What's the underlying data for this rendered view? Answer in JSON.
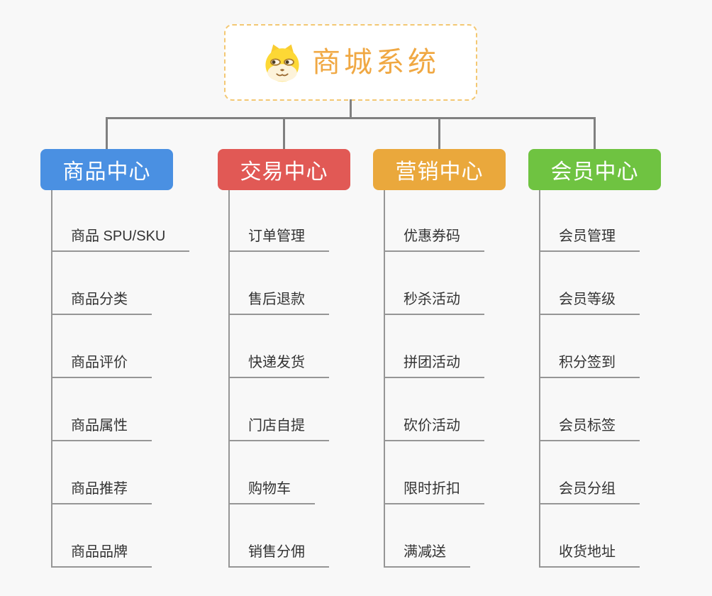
{
  "root": {
    "title": "商城系统",
    "icon": "dog-face-icon"
  },
  "branches": [
    {
      "id": "product-center",
      "label": "商品中心",
      "color": "#4a90e2",
      "items": [
        "商品 SPU/SKU",
        "商品分类",
        "商品评价",
        "商品属性",
        "商品推荐",
        "商品品牌"
      ]
    },
    {
      "id": "trade-center",
      "label": "交易中心",
      "color": "#e15955",
      "items": [
        "订单管理",
        "售后退款",
        "快递发货",
        "门店自提",
        "购物车",
        "销售分佣"
      ]
    },
    {
      "id": "marketing-center",
      "label": "营销中心",
      "color": "#eaa83c",
      "items": [
        "优惠券码",
        "秒杀活动",
        "拼团活动",
        "砍价活动",
        "限时折扣",
        "满减送"
      ]
    },
    {
      "id": "member-center",
      "label": "会员中心",
      "color": "#6fc341",
      "items": [
        "会员管理",
        "会员等级",
        "积分签到",
        "会员标签",
        "会员分组",
        "收货地址"
      ]
    }
  ],
  "colors": {
    "background": "#f8f8f8",
    "root_accent": "#f0a843",
    "root_border": "#f3c873",
    "connector": "#808080",
    "underline": "#969696",
    "leaf_text": "#333333"
  }
}
